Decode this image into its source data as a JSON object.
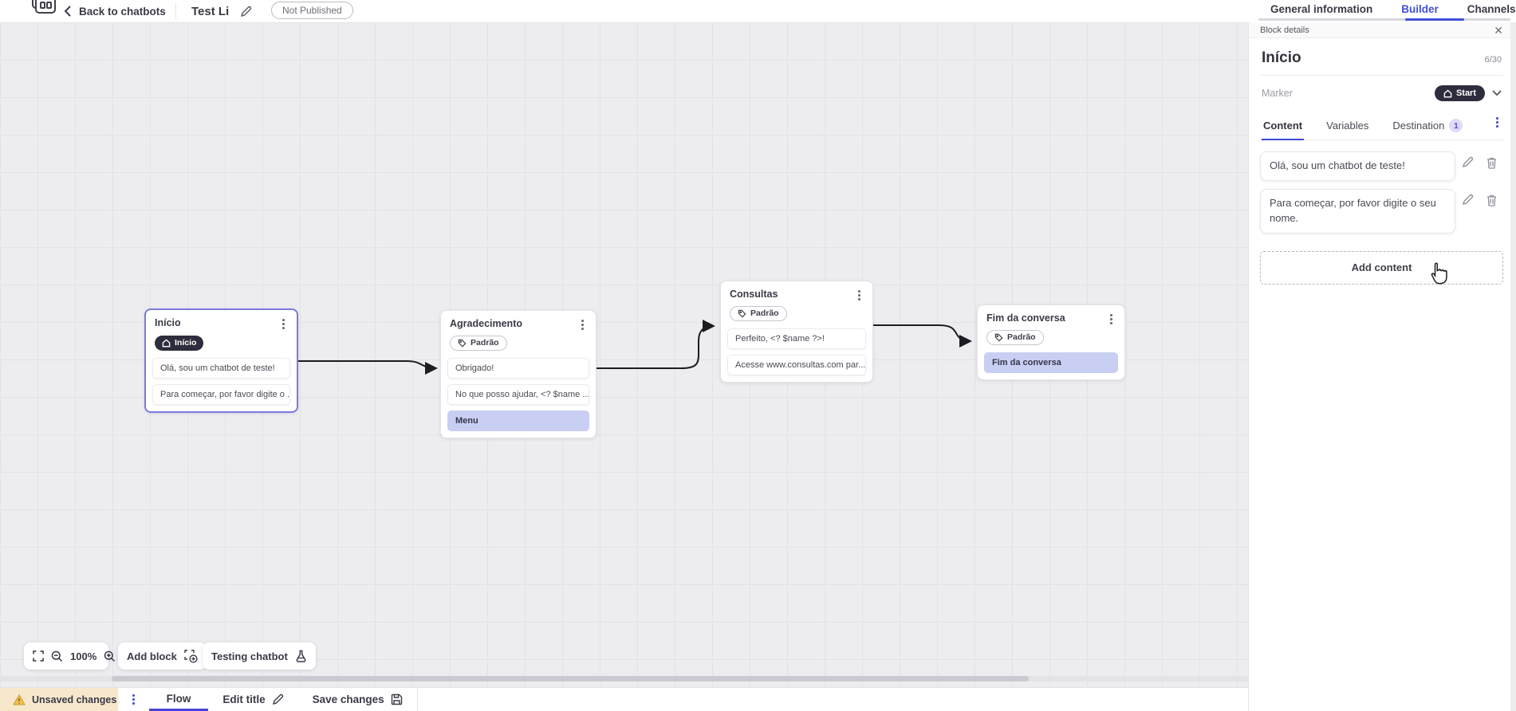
{
  "topbar": {
    "back_label": "Back to chatbots",
    "title": "Test Li",
    "status_badge": "Not Published",
    "tabs": {
      "general": "General information",
      "builder": "Builder",
      "channels": "Channels"
    }
  },
  "panel": {
    "header": "Block details",
    "block_title": "Início",
    "char_counter": "6/30",
    "marker_label": "Marker",
    "marker_value": "Start",
    "tabs": {
      "content": "Content",
      "variables": "Variables",
      "destination": "Destination",
      "destination_badge": "1"
    },
    "contents": [
      {
        "text": "Olá, sou um chatbot de teste!"
      },
      {
        "text": "Para começar, por favor digite o seu nome."
      }
    ],
    "add_content_label": "Add content"
  },
  "canvas": {
    "blocks": [
      {
        "title": "Início",
        "marker_label": "Início",
        "selected": true,
        "items": [
          {
            "text": "Olá, sou um chatbot de teste!"
          },
          {
            "text": "Para começar, por favor digite o ..."
          }
        ]
      },
      {
        "title": "Agradecimento",
        "tag": "Padrão",
        "items": [
          {
            "text": "Obrigado!"
          },
          {
            "text": "No que posso ajudar, <? $name ..."
          },
          {
            "text": "Menu",
            "highlight": true
          }
        ]
      },
      {
        "title": "Consultas",
        "tag": "Padrão",
        "items": [
          {
            "text": "Perfeito, <? $name ?>!"
          },
          {
            "text": "Acesse www.consultas.com par..."
          }
        ]
      },
      {
        "title": "Fim da conversa",
        "tag": "Padrão",
        "items": [
          {
            "text": "Fim da conversa",
            "highlight": true
          }
        ]
      }
    ],
    "controls": {
      "zoom_level": "100%",
      "add_block_label": "Add block",
      "testing_label": "Testing chatbot"
    }
  },
  "bottombar": {
    "unsaved_label": "Unsaved changes",
    "flow_tab": "Flow",
    "edit_title_label": "Edit title",
    "save_label": "Save changes"
  },
  "icons": {
    "logo": "robot-chatbot-logo",
    "back": "chevron-left",
    "edit": "pencil",
    "marker": "home",
    "tag": "price-tag",
    "menu": "kebab-dots",
    "close": "x",
    "delete": "trash",
    "zoom_out": "magnifier-minus",
    "zoom_in": "magnifier-plus",
    "fullscreen": "corner-brackets",
    "add_block": "dashed-square-plus",
    "testing": "flask",
    "warning": "triangle-exclamation",
    "save": "floppy-disk",
    "cursor": "hand-pointer"
  },
  "colors": {
    "accent_blue": "#4150d8",
    "selection_purple": "#7b7ade",
    "highlight_lavender": "#c9cff2",
    "dark_badge": "#2e2d3d",
    "warning_bg": "#f7e8cc",
    "canvas_bg": "#edecef"
  }
}
